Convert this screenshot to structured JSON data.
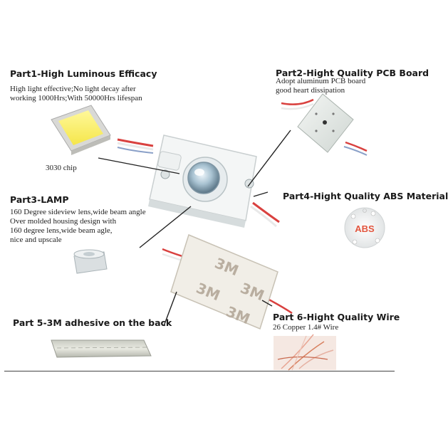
{
  "parts": {
    "p1": {
      "title": "Part1-High Luminous Efficacy",
      "desc": [
        "High light effective;No light decay after",
        "working 1000Hrs;With 50000Hrs lifespan"
      ]
    },
    "p2": {
      "title": "Part2-Hight Quality PCB Board",
      "desc": [
        "Adopt aluminum PCB board",
        "good heart dissipation"
      ]
    },
    "p3": {
      "title": "Part3-LAMP",
      "desc": [
        "160 Degree sideview lens,wide beam angle",
        "Over molded housing design with",
        "160 degree lens,wide beam agle,",
        "nice and upscale"
      ]
    },
    "p4": {
      "title": "Part4-Hight Quality ABS Material"
    },
    "p5": {
      "title": "Part 5-3M adhesive on the back"
    },
    "p6": {
      "title": "Part 6-Hight Quality Wire",
      "desc": [
        "26 Copper 1.4# Wire"
      ]
    }
  },
  "chip_label": "3030 chip",
  "abs_label": "ABS",
  "tape_text": "3M",
  "colors": {
    "wire_red": "#d9413f",
    "wire_white": "#e9e9e9",
    "abs_red": "#e2553e",
    "module_white": "#f4f6f6"
  }
}
